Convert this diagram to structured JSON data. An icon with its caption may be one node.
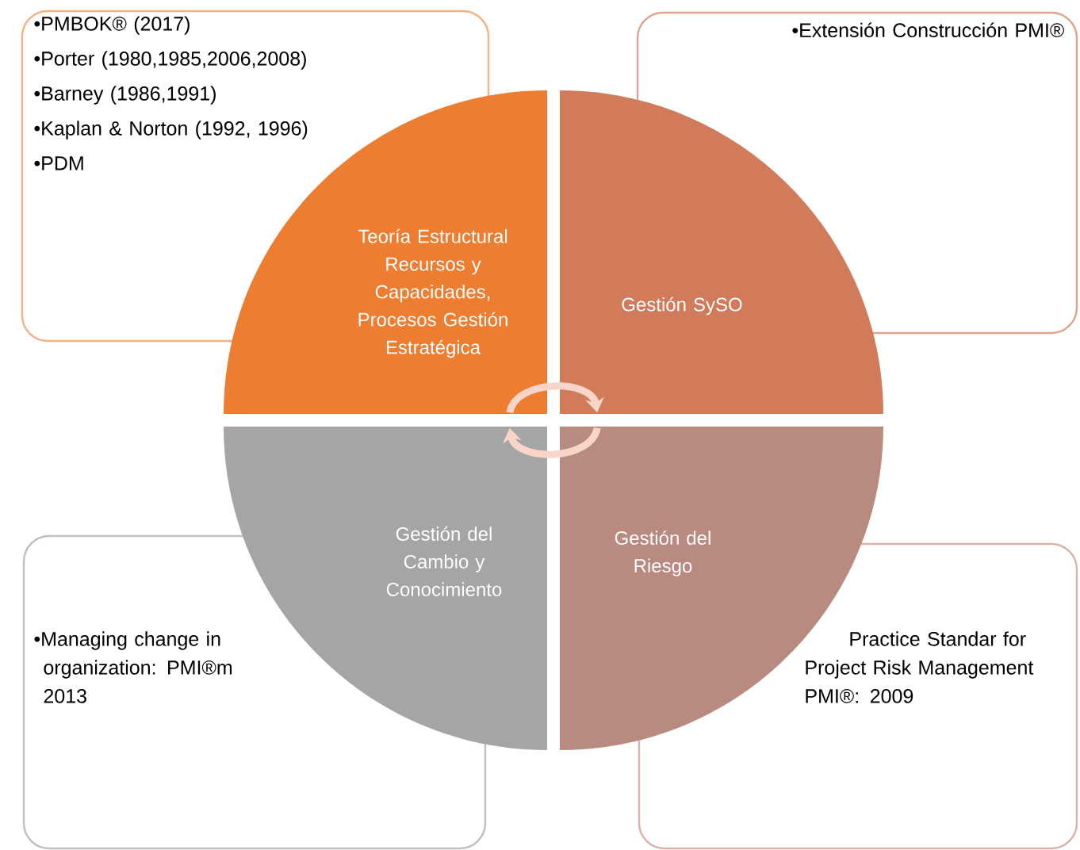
{
  "diagram": {
    "nodes": [
      {
        "text": [
          "•PMBOK® (2017)",
          "•Porter (1980,1985,2006,2008)",
          "•Barney (1986,1991)",
          "•Kaplan & Norton (1992, 1996)",
          "•PDM"
        ]
      },
      {
        "text": [
          "•Extensión Construcción PMI®"
        ]
      },
      {
        "text": [
          "Teoría Estructural Recursos y Capacidades, Procesos Gestión Estratégica"
        ]
      },
      {
        "text": [
          "Gestión SySO"
        ]
      },
      {
        "text": [
          "Gestión del Cambio y Conocimiento"
        ]
      },
      {
        "text": [
          "Gestión del Riesgo"
        ]
      },
      {
        "text": [
          "•Managing change in organization: PMI®m 2013"
        ]
      },
      {
        "text": [
          "Practice Standar for Project Risk Management PMI®: 2009"
        ]
      }
    ],
    "edges": [
      {
        "from": 2,
        "to": 3,
        "arrow": "to"
      },
      {
        "from": 5,
        "to": 4,
        "arrow": "to"
      }
    ]
  }
}
